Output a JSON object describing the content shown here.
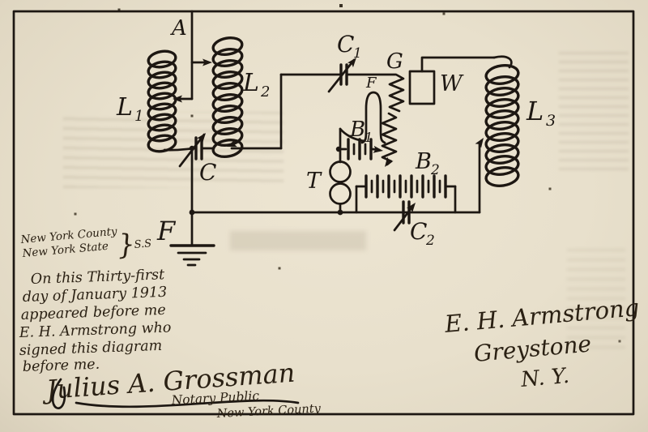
{
  "diagram": {
    "labels": {
      "a": "A",
      "l1": {
        "base": "L",
        "sub": "1"
      },
      "l2": {
        "base": "L",
        "sub": "2"
      },
      "l3": {
        "base": "L",
        "sub": "3"
      },
      "c": "C",
      "c1": {
        "base": "C",
        "sub": "1"
      },
      "c2": {
        "base": "C",
        "sub": "2"
      },
      "b1": {
        "base": "B",
        "sub": "1"
      },
      "b2": {
        "base": "B",
        "sub": "2"
      },
      "g": "G",
      "w": "W",
      "t": "T",
      "f_ground": "F",
      "f_filament": "F"
    }
  },
  "notary_block": {
    "venue_county": "New York County",
    "venue_state": "New York State",
    "venue_brace": "}",
    "venue_ss": "S.S",
    "statement_lines": [
      "On this Thirty-first",
      "day of January 1913",
      "appeared before me",
      "E. H. Armstrong who",
      "signed this diagram",
      "before me."
    ],
    "signature": "Julius A. Grossman",
    "signer_title": "Notary Public",
    "signer_county": "New York County"
  },
  "attribution": {
    "name": "E. H. Armstrong",
    "place": "Greystone",
    "state": "N. Y."
  },
  "colors": {
    "paper": "#e8e0cc",
    "ink": "#1d1712"
  }
}
